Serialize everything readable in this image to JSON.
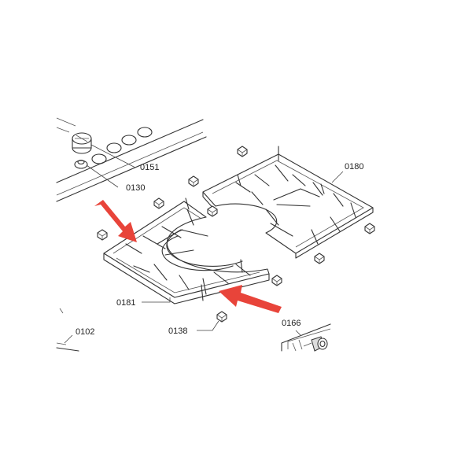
{
  "colors": {
    "line": "#333333",
    "arrow": "#e8443a",
    "background": "#ffffff"
  },
  "labels": {
    "p0151": "0151",
    "p0130": "0130",
    "p0180": "0180",
    "p0181": "0181",
    "p0138": "0138",
    "p0166": "0166",
    "p0102": "0102"
  },
  "arrows": [
    {
      "name": "arrow-pointing-left-grate-corner",
      "color": "#e8443a"
    },
    {
      "name": "arrow-pointing-grate-front-edge",
      "color": "#e8443a"
    }
  ]
}
